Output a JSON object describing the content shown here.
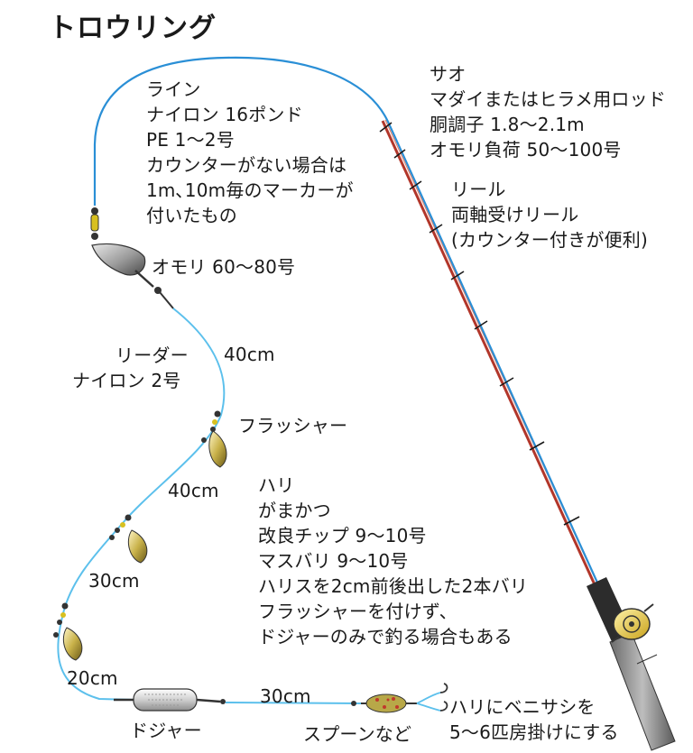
{
  "title": "トロウリング",
  "labels": {
    "line": [
      "ライン",
      "ナイロン 16ポンド",
      "PE 1～2号",
      "カウンターがない場合は",
      "1m､10m毎のマーカーが",
      "付いたもの"
    ],
    "rod": [
      "サオ",
      "マダイまたはヒラメ用ロッド",
      "胴調子 1.8～2.1m",
      "オモリ負荷 50～100号"
    ],
    "reel": [
      "リール",
      "両軸受けリール",
      "(カウンター付きが便利)"
    ],
    "sinker": "オモリ 60～80号",
    "leader": [
      "リーダー",
      "ナイロン 2号"
    ],
    "leader_length": "40cm",
    "flasher": "フラッシャー",
    "flasher_gap1": "40cm",
    "flasher_gap2": "30cm",
    "flasher_gap3": "20cm",
    "hook": [
      "ハリ",
      "がまかつ",
      "改良チップ 9～10号",
      "マスバリ 9～10号",
      "ハリスを2cm前後出した2本バリ",
      "フラッシャーを付けず、",
      "ドジャーのみで釣る場合もある"
    ],
    "dodger": "ドジャー",
    "dodger_gap": "30cm",
    "spoon": "スプーンなど",
    "bait": [
      "ハリにベニサシを",
      "5～6匹房掛けにする"
    ]
  },
  "colors": {
    "line": "#2a8fd6",
    "leader": "#5cc0ec",
    "rod": "#c0392b",
    "flasher": "#c9b24a",
    "swivel": "#d8c020",
    "sinker": "#8c8c8c",
    "reel": "#e6c83c"
  },
  "icons": [
    "sinker-icon",
    "flasher-icon",
    "swivel-icon",
    "dodger-icon",
    "spoon-icon",
    "hook-icon",
    "reel-icon",
    "rod-handle-icon"
  ]
}
